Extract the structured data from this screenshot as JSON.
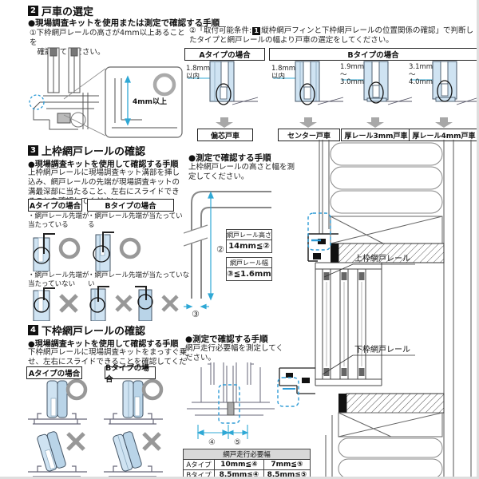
{
  "colors": {
    "accent_blue": "#2fa8d5",
    "light_blue": "#cfe3f2",
    "mark_gray": "#989898"
  },
  "s2": {
    "num": "2",
    "title": "戸車の選定",
    "subtitle": "●現場調査キットを使用または測定で確認する手順",
    "step1": "①下枠網戸レールの高さが4mm以上あることを\n　確認してください。",
    "step2_prefix": "②「取付可能条件:",
    "step2_badge": "1",
    "step2_suffix": "縦枠網戸フィンと下枠網戸レールの位置関係の確認」で判断したタイプと網戸レールの幅より戸車の選定をしてください。",
    "magnifier_dim": "4mm以上",
    "typeA_header": "Aタイプの場合",
    "typeB_header": "Bタイプの場合",
    "rollers": [
      {
        "dim": "1.8mm\n以内",
        "label": "偏芯戸車"
      },
      {
        "dim": "1.8mm\n以内",
        "label": "センター戸車"
      },
      {
        "dim": "1.9mm\n〜\n3.0mm",
        "label": "厚レール3mm戸車"
      },
      {
        "dim": "3.1mm\n〜\n4.0mm",
        "label": "厚レール4mm戸車"
      }
    ]
  },
  "s3": {
    "num": "3",
    "title": "上枠網戸レールの確認",
    "kit_heading": "●現場調査キットを使用して確認する手順",
    "kit_body": "上枠網戸レールに現場調査キット溝部を挿し込み、網戸レールの先端が現場調査キットの溝最深部に当たること、左右にスライドできることを確認してください。",
    "typeA_header": "Aタイプの場合",
    "typeB_header": "Bタイプの場合",
    "ok_label": "・網戸レール先端が当たっている",
    "ng_label": "・網戸レール先端が当たっていない",
    "measure_heading": "●測定で確認する手順",
    "measure_body": "上枠網戸レールの高さと幅を測定してください。",
    "dim2": "②",
    "dim3": "③",
    "height_box_title": "網戸レール高さ",
    "height_box_value": "14mm≦②",
    "width_box_title": "網戸レール幅",
    "width_box_value": "③≦1.6mm",
    "drawing_label": "上枠網戸レール"
  },
  "s4": {
    "num": "4",
    "title": "下枠網戸レールの確認",
    "kit_heading": "●現場調査キットを使用して確認する手順",
    "kit_body": "下枠網戸レールに現場調査キットをまっすぐ乗せ、左右にスライドできることを確認してください。",
    "typeA_header": "Aタイプの場合",
    "typeB_header": "Bタイプの場合",
    "measure_heading": "●測定で確認する手順",
    "measure_body": "網戸走行必要幅を測定してください。",
    "dim4": "④",
    "dim5": "⑤",
    "drawing_label": "下枠網戸レール",
    "table": {
      "header": "網戸走行必要幅",
      "rows": [
        {
          "type": "Aタイプ",
          "c1": "10mm≦④",
          "c2": "7mm≦⑤"
        },
        {
          "type": "Bタイプ",
          "c1": "8.5mm≦④",
          "c2": "8.5mm≦⑤"
        }
      ]
    }
  }
}
